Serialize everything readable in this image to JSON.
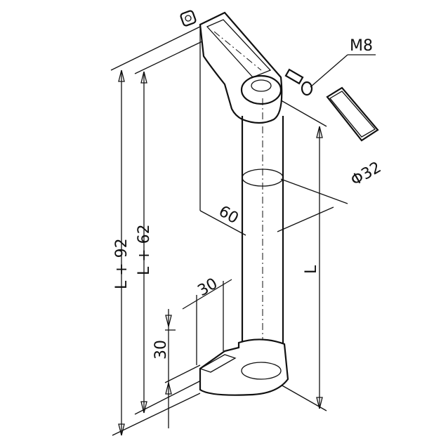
{
  "drawing": {
    "callouts": {
      "screw": "M8"
    },
    "dimensions": {
      "overall_length": "L + 92",
      "inner_length": "L + 62",
      "tube_length": "L",
      "diameter": "Φ32",
      "offset": "60",
      "foot_width": "30",
      "foot_height": "30"
    },
    "line_color": "#111111"
  }
}
